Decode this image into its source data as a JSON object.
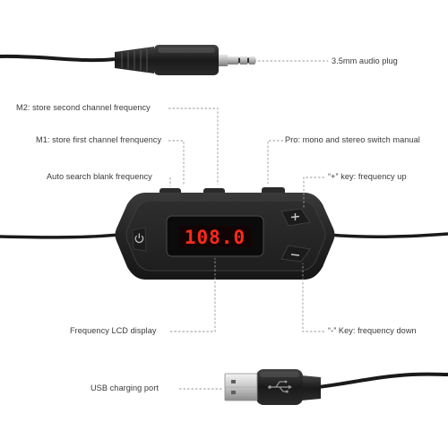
{
  "labels": {
    "audio_plug": "3.5mm audio plug",
    "m2": "M2: store second channel frequency",
    "m1": "M1: store first channel frenquency",
    "pro": "Pro: mono and stereo switch manual",
    "auto_search": "Auto search blank frequency",
    "plus_key": "“+” key: frequency up",
    "lcd_display": "Frequency LCD display",
    "minus_key": "“-” Key: frequency down",
    "usb_port": "USB charging port"
  },
  "display": {
    "frequency": "108.0"
  },
  "colors": {
    "body": "#262626",
    "lcd_text": "#ff2a1a",
    "leader_line": "#9a9a9a",
    "label_text": "#3a3a3a"
  },
  "icons": {
    "power": "power-icon",
    "plus": "plus-icon",
    "minus": "minus-icon",
    "usb": "usb-symbol-icon"
  }
}
